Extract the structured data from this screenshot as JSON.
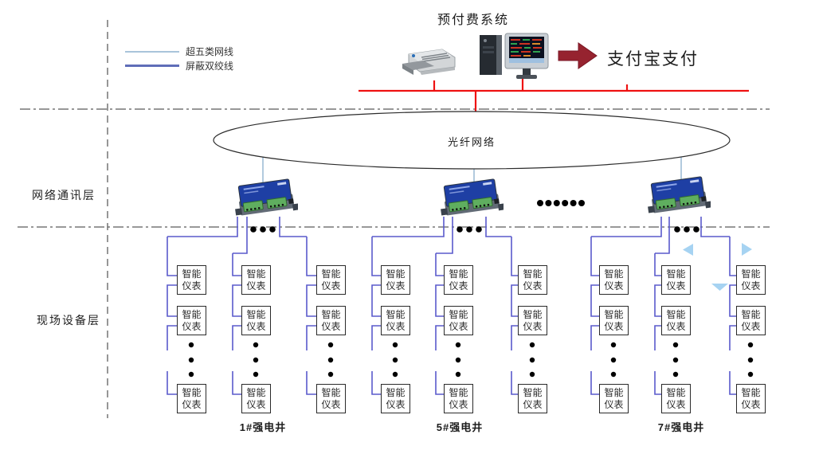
{
  "title": "预付费系统",
  "legend": {
    "items": [
      {
        "label": "超五类网线",
        "color": "#a9c4da"
      },
      {
        "label": "屏蔽双绞线",
        "color": "#5f6db8"
      }
    ]
  },
  "layer_labels": {
    "network": "网络通讯层",
    "field": "现场设备层"
  },
  "top": {
    "payment_label": "支付宝支付",
    "arrow_color": "#96232f",
    "bus_color": "#ee1111"
  },
  "cloud_label": "光纤网络",
  "field_layer": {
    "meter_label_lines": [
      "智能",
      "仪表"
    ],
    "groups": [
      {
        "label": "1#强电井"
      },
      {
        "label": "5#强电井"
      },
      {
        "label": "7#强电井"
      }
    ],
    "columns_per_group": 3,
    "meters_drawn_per_column": 3
  },
  "colors": {
    "rs485_wire": "#5a5acc",
    "cat5_wire": "#a9c4da",
    "dots": "#000000",
    "carousel_arrow": "#a6d3f2",
    "divider": "#6a6a6a"
  }
}
